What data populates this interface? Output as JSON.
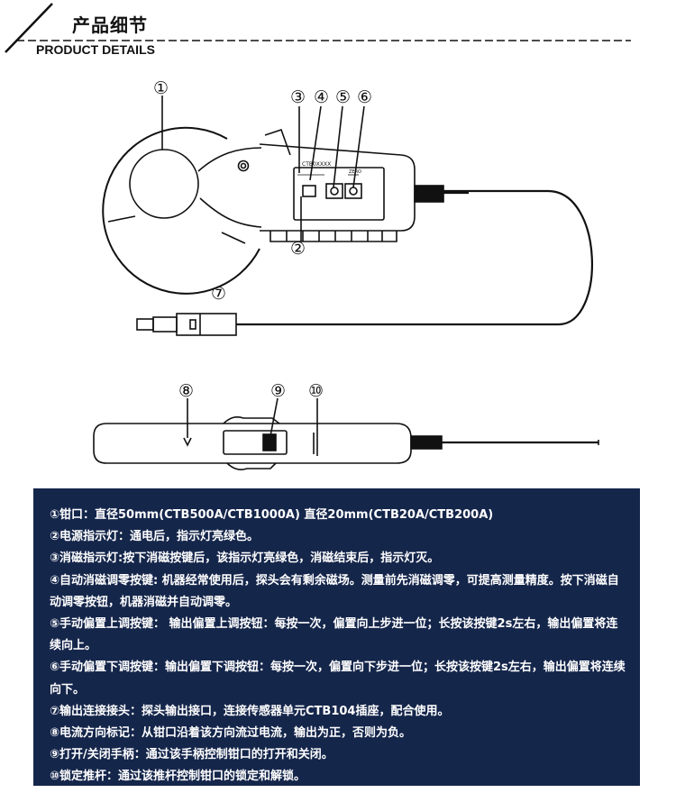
{
  "header": {
    "title_cn": "产品细节",
    "title_en": "PRODUCT DETAILS"
  },
  "labels": {
    "m1": "①",
    "m2": "②",
    "m3": "③",
    "m4": "④",
    "m5": "⑤",
    "m6": "⑥",
    "m7": "⑦",
    "m8": "⑧",
    "m9": "⑨",
    "m10": "⑩"
  },
  "device": {
    "model_text": "CTB0XXXX",
    "button_label": "ZERO"
  },
  "descriptions": [
    "①钳口：直径50mm(CTB500A/CTB1000A) 直径20mm(CTB20A/CTB200A)",
    "②电源指示灯：通电后，指示灯亮绿色。",
    "③消磁指示灯:按下消磁按键后，该指示灯亮绿色，消磁结束后，指示灯灭。",
    "④自动消磁调零按键: 机器经常使用后，探头会有剩余磁场。测量前先消磁调零，可提高测量精度。按下消磁自动调零按钮，机器消磁并自动调零。",
    "⑤手动偏置上调按键： 输出偏置上调按钮：每按一次，偏置向上步进一位；长按该按键2s左右，输出偏置将连续向上。",
    "⑥手动偏置下调按键：输出偏置下调按钮：每按一次，偏置向下步进一位；长按该按键2s左右，输出偏置将连续向下。",
    "⑦输出连接接头：探头输出接口，连接传感器单元CTB104插座，配合使用。",
    "⑧电流方向标记：从钳口沿着该方向流过电流，输出为正，否则为负。",
    "⑨打开/关闭手柄：通过该手柄控制钳口的打开和关闭。",
    "⑩锁定推杆：通过该推杆控制钳口的锁定和解锁。"
  ],
  "colors": {
    "panel_bg": "#15264b",
    "panel_text": "#ffffff",
    "line": "#111111"
  }
}
